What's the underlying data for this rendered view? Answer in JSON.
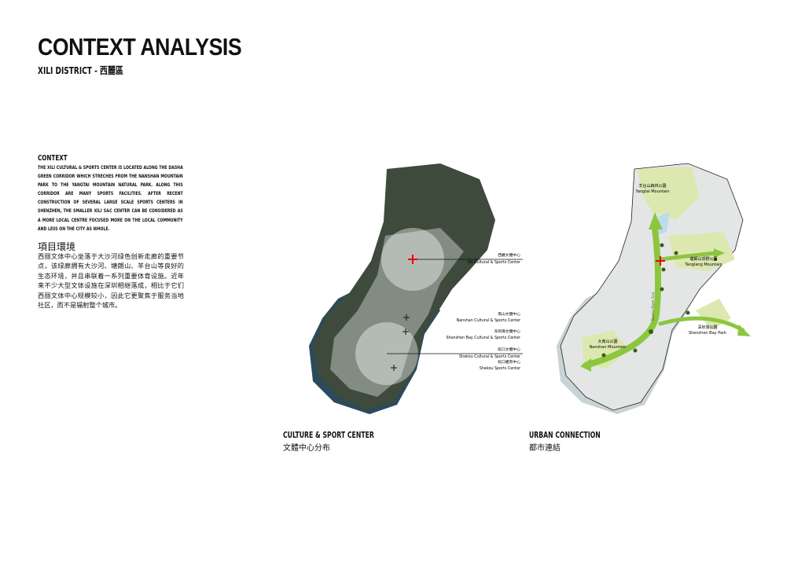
{
  "header": {
    "title": "CONTEXT ANALYSIS",
    "subtitle": "XILI DISTRICT - 西麗區"
  },
  "context": {
    "heading": "CONTEXT",
    "body": "THE XILI CULTURAL & SPORTS CENTER IS LOCATED ALONG THE DASHA GREEN CORRIDOR WHICH STRECHES FROM THE NANSHAN MOUNTAIN PARK TO THE YANGTAI MOUNTAIN NATURAL PARK. ALONG THIS CORRIDOR ARE MANY SPORTS FACILITIES. AFTER RECENT CONSTRUCTION OF SEVERAL LARGE SCALE SPORTS CENTERS IN SHENZHEN, THE SMALLER XILI S&C CENTER CAN BE CONSIDERED AS A MORE LOCAL CENTRE FOCUSED MORE ON THE LOCAL COMMUNITY AND LESS ON THE CITY AS WHOLE.",
    "heading_zh": "項目環境",
    "body_zh": "西丽文体中心坐落于大沙河绿色创新走廊的重要节点，该绿廊拥有大沙河、塘朗山、羊台山等良好的生态环境，并且串联着一系列重要体育设施。近年来不少大型文体设施在深圳相继落成，相比于它们西丽文体中心规模较小，因此它更聚焦于服务当地社区，而不是辐射整个城市。"
  },
  "map_left": {
    "caption": "CULTURE & SPORT CENTER",
    "caption_zh": "文體中心分布",
    "labels": [
      {
        "zh": "西麗文體中心",
        "en": "Xili Cultural & Sports Center"
      },
      {
        "zh": "南山文體中心",
        "en": "Nanshan Cultural & Sports Center"
      },
      {
        "zh": "深圳灣文體中心",
        "en": "Shenzhen Bay Cultural & Sports Center"
      },
      {
        "zh": "蛇口文體中心",
        "en": "Shekou Cultural & Sports Center"
      },
      {
        "zh": "蛇口體育中心",
        "en": "Shekou Sports Center"
      }
    ]
  },
  "map_right": {
    "caption": "URBAN CONNECTION",
    "caption_zh": "都市連結",
    "labels": [
      {
        "zh": "羊台山森林公園",
        "en": "Yangtai Mountain"
      },
      {
        "zh": "塘朗山郊野公園",
        "en": "Tanglang Mountain"
      },
      {
        "zh": "深圳灣公園",
        "en": "Shenzhen Bay Park"
      },
      {
        "zh": "大南山公園",
        "en": "Nanshan Mountain"
      }
    ],
    "corridor_label": "Dasha River Eco"
  },
  "colors": {
    "green": "#8cc63f",
    "park": "#dde8b0",
    "marker": "#e30613",
    "land": "#e4e6e6",
    "sea": "#2b4a5c"
  }
}
